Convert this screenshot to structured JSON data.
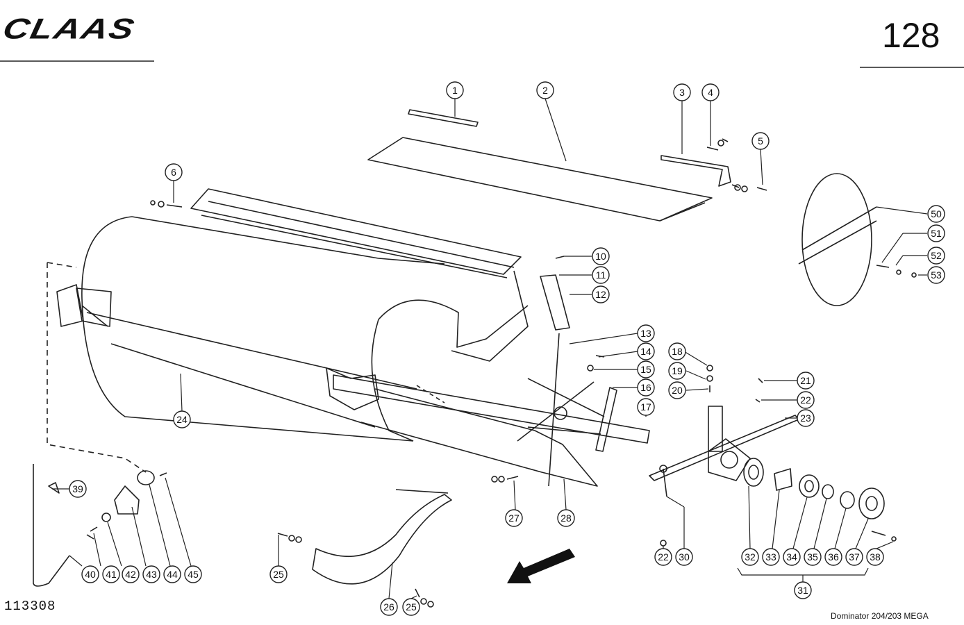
{
  "header": {
    "brand": "CLAAS",
    "page_number": "128"
  },
  "footer": {
    "drawing_number": "113308",
    "model": "Dominator 204/203 MEGA"
  },
  "callouts": [
    "1",
    "2",
    "3",
    "4",
    "5",
    "6",
    "10",
    "11",
    "12",
    "13",
    "14",
    "15",
    "16",
    "17",
    "18",
    "19",
    "20",
    "21",
    "22",
    "23",
    "24",
    "25",
    "25",
    "26",
    "27",
    "28",
    "22",
    "30",
    "31",
    "32",
    "33",
    "34",
    "35",
    "36",
    "37",
    "38",
    "39",
    "40",
    "41",
    "42",
    "43",
    "44",
    "45",
    "50",
    "51",
    "52",
    "53"
  ]
}
